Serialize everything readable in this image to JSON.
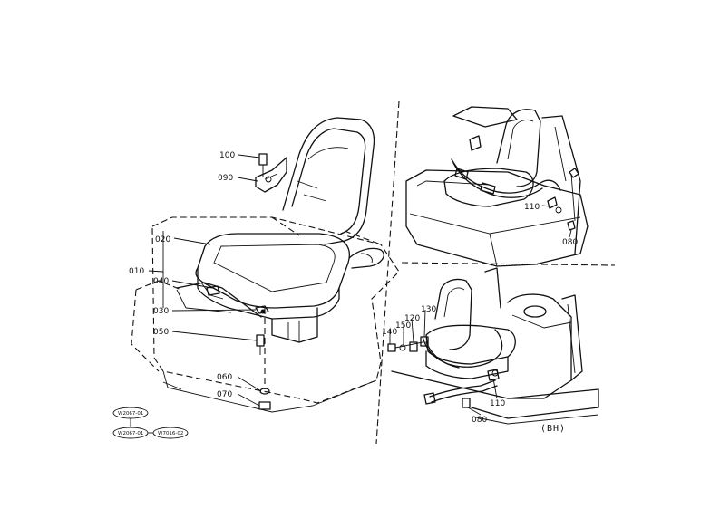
{
  "parts": {
    "p100": "100",
    "p090": "090",
    "p020": "020",
    "p010": "010",
    "p040": "040",
    "p030": "030",
    "p050": "050",
    "p060": "060",
    "p070": "070",
    "p110a": "110",
    "p080a": "080",
    "p120": "120",
    "p130": "130",
    "p140": "140",
    "p150": "150",
    "p110b": "110",
    "p080b": "080"
  },
  "serial_marks": {
    "m1": "W2067-01",
    "m2": "W2067-01",
    "m3": "W7016-02"
  },
  "inset_caption": "(BH)"
}
